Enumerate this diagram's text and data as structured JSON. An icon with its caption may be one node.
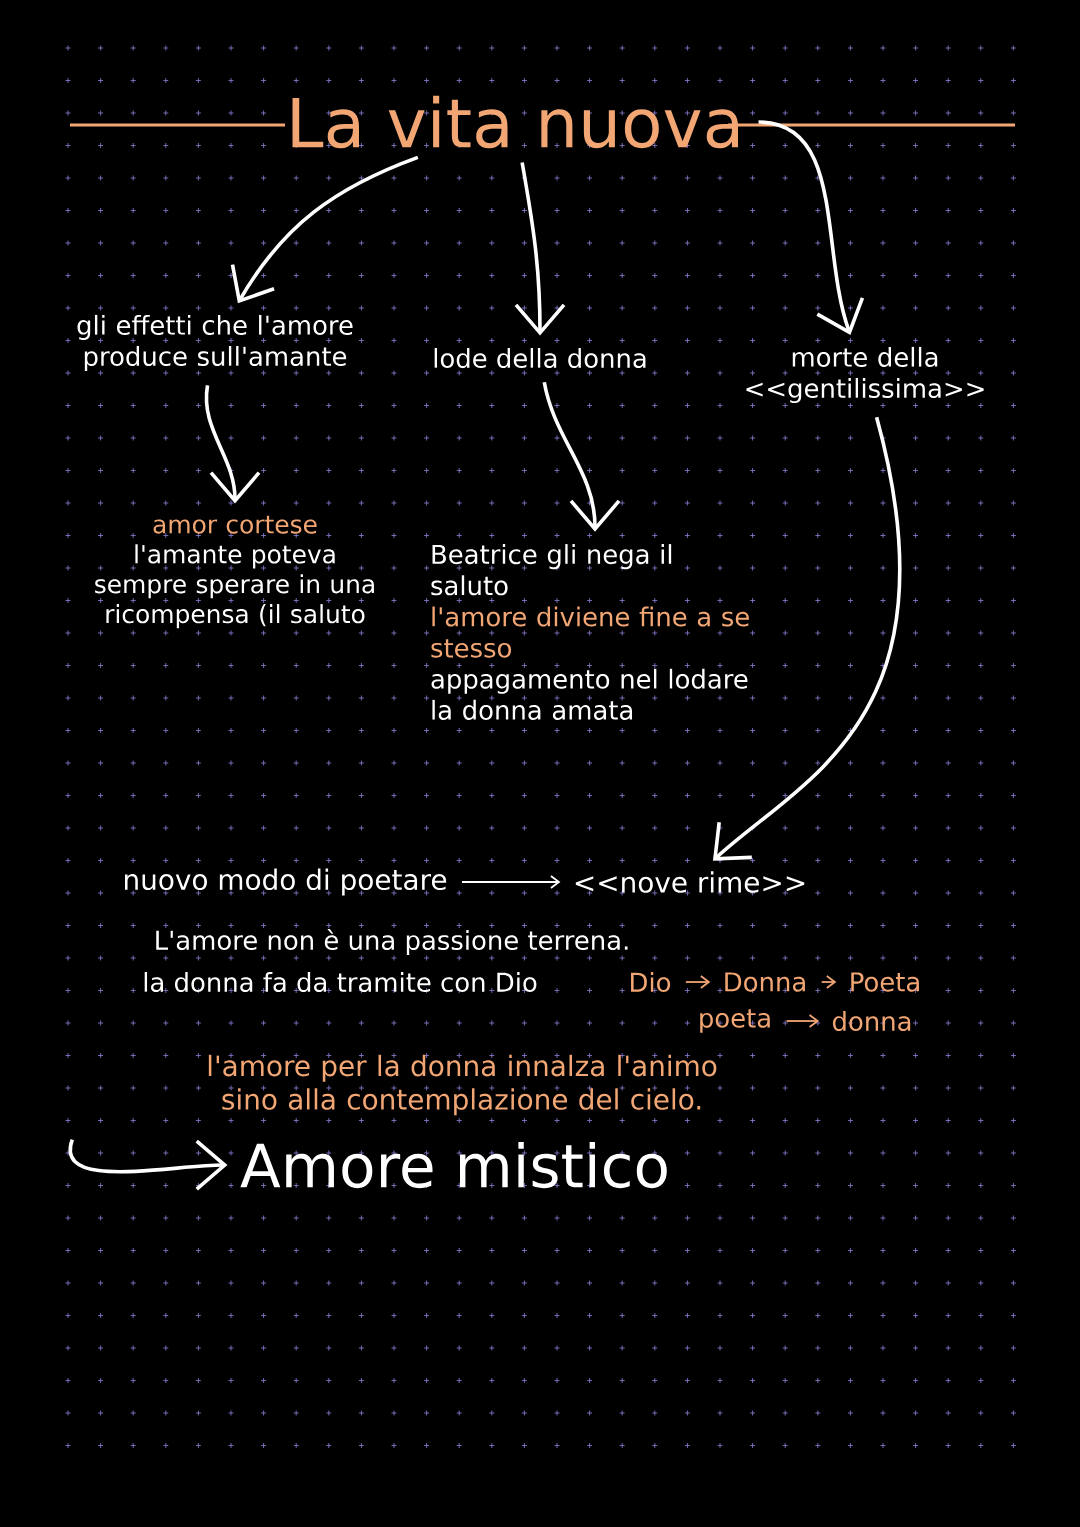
{
  "diagram": {
    "nodes": [
      {
        "text": [
          "La vita nuova"
        ]
      },
      {
        "text": [
          "gli effetti che l'amore produce sull'amante"
        ]
      },
      {
        "text": [
          "lode della donna"
        ]
      },
      {
        "text": [
          "morte della <<gentilissima>>"
        ]
      },
      {
        "text": [
          "amor cortese",
          "l'amante poteva sempre sperare in una ricompensa (il saluto"
        ]
      },
      {
        "text": [
          "Beatrice gli nega il saluto",
          "l'amore diviene fine a se stesso",
          "appagamento nel lodare la donna amata"
        ]
      },
      {
        "text": [
          "nuovo modo di poetare"
        ]
      },
      {
        "text": [
          "<<nove rime>>"
        ]
      },
      {
        "text": [
          "Dio"
        ]
      },
      {
        "text": [
          "Donna"
        ]
      },
      {
        "text": [
          "Poeta"
        ]
      },
      {
        "text": [
          "poeta"
        ]
      },
      {
        "text": [
          "donna"
        ]
      },
      {
        "text": [
          "l'amore per la donna innalza l'animo sino alla contemplazione del cielo."
        ]
      },
      {
        "text": [
          "Amore mistico"
        ]
      }
    ],
    "edges": [
      {
        "from": 0,
        "to": 1,
        "arrow": "to"
      },
      {
        "from": 0,
        "to": 2,
        "arrow": "to"
      },
      {
        "from": 0,
        "to": 3,
        "arrow": "to"
      },
      {
        "from": 1,
        "to": 4,
        "arrow": "to"
      },
      {
        "from": 2,
        "to": 5,
        "arrow": "to"
      },
      {
        "from": 3,
        "to": 7,
        "arrow": "to"
      },
      {
        "from": 6,
        "to": 7,
        "arrow": "to"
      },
      {
        "from": 8,
        "to": 9,
        "arrow": "to",
        "color": "#f2a674"
      },
      {
        "from": 9,
        "to": 10,
        "arrow": "to",
        "color": "#f2a674"
      },
      {
        "from": 11,
        "to": 12,
        "arrow": "to",
        "color": "#f2a674"
      },
      {
        "from": null,
        "to": 14,
        "arrow": "to"
      }
    ],
    "labels": [
      "L'amore non è una passione terrena.",
      "la donna fa da tramite con Dio"
    ]
  }
}
